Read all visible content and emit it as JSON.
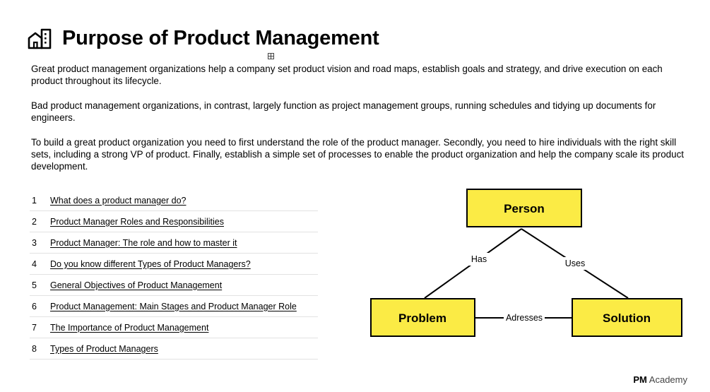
{
  "page": {
    "icon": "building-icon",
    "title": "Purpose of Product Management"
  },
  "intro": [
    "Great product management organizations help a company set product vision and road maps, establish goals and strategy, and drive execution on each product throughout its lifecycle.",
    "Bad product management organizations, in contrast, largely function as project management groups, running schedules and tidying up documents for engineers.",
    "To build a great product organization you need to first understand the role of the product manager. Secondly, you need to hire individuals with the right skill sets, including a strong VP of product. Finally, establish a simple set of processes to enable the product organization and help the company scale its product development."
  ],
  "toc": [
    {
      "number": "1",
      "label": "What does a product manager do?"
    },
    {
      "number": "2",
      "label": "Product Manager Roles and Responsibilities"
    },
    {
      "number": "3",
      "label": "Product Manager: The role and how to master it"
    },
    {
      "number": "4",
      "label": "Do you know different Types of Product Managers?"
    },
    {
      "number": "5",
      "label": "General Objectives of Product Management"
    },
    {
      "number": "6",
      "label": "Product Management: Main Stages and Product Manager Role"
    },
    {
      "number": "7",
      "label": "The Importance of Product Management"
    },
    {
      "number": "8",
      "label": "Types of Product Managers"
    }
  ],
  "diagram": {
    "nodes": {
      "person": "Person",
      "problem": "Problem",
      "solution": "Solution"
    },
    "edges": {
      "has": "Has",
      "uses": "Uses",
      "adresses": "Adresses"
    },
    "node_color": "#fbeb45"
  },
  "brand": {
    "bold": "PM",
    "rest": "Academy"
  }
}
